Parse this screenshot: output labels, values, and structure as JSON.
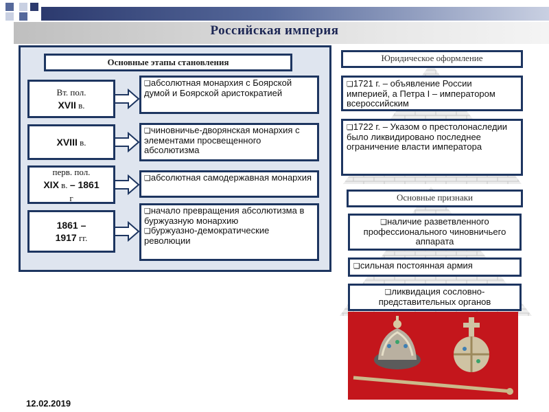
{
  "slide": {
    "title": "Российская империя",
    "date": "12.02.2019"
  },
  "stages": {
    "header": "Основные этапы становления",
    "items": [
      {
        "period_parts": [
          {
            "text": "Вт. пол.",
            "serif": true
          },
          {
            "text": "XVII",
            "serif": false
          },
          {
            "text": " в.",
            "serif": true
          }
        ],
        "desc": [
          "абсолютная монархия с Боярской думой и Боярской аристократией"
        ]
      },
      {
        "period_parts": [
          {
            "text": "XVIII",
            "serif": false
          },
          {
            "text": " в.",
            "serif": true
          }
        ],
        "desc": [
          "чиновничье-дворянская монархия с элементами просвещенного абсолютизма"
        ]
      },
      {
        "period_parts": [
          {
            "text": "перв. пол.",
            "serif": true
          },
          {
            "text": "XIX",
            "serif": false
          },
          {
            "text": " в. ",
            "serif": true
          },
          {
            "text": "– 1861",
            "serif": false
          },
          {
            "text": "г",
            "serif": true
          }
        ],
        "desc": [
          "абсолютная самодержавная монархия"
        ]
      },
      {
        "period_parts": [
          {
            "text": "1861 –",
            "serif": false
          },
          {
            "text": "1917",
            "serif": false
          },
          {
            "text": " гг.",
            "serif": true
          }
        ],
        "desc": [
          "начало превращения абсолютизма в буржуазную монархию",
          "буржуазно-демократические революции"
        ]
      }
    ]
  },
  "legal": {
    "header": "Юридическое оформление",
    "items": [
      "1721 г. – объявление России империей, а Петра I – императором всероссийским",
      "1722 г. – Указом о престолонаследии было ликвидировано последнее ограничение власти императора"
    ]
  },
  "features": {
    "header": "Основные признаки",
    "items": [
      "наличие разветвленного профессионального чиновничьего аппарата",
      "сильная постоянная армия",
      "ликвидация сословно-представительных органов"
    ]
  },
  "icons": {
    "bullet": "checkbox-bullet-icon",
    "arrow": "right-arrow-icon"
  },
  "colors": {
    "border": "#1d3560",
    "panel": "#dfe5ef",
    "photo_bg": "#c4161c"
  }
}
